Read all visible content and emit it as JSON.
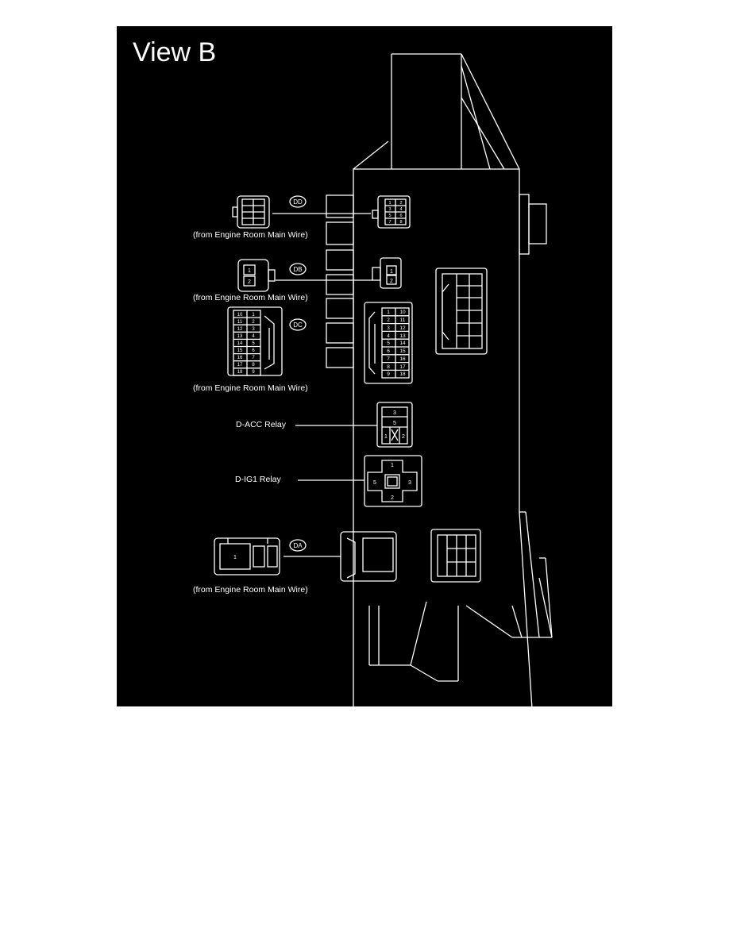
{
  "diagram": {
    "title": "View B",
    "colors": {
      "background": "#000000",
      "line": "#ffffff",
      "page": "#ffffff"
    },
    "connectors": {
      "dd": {
        "code": "DD",
        "source": "(from Engine Room Main Wire)"
      },
      "db": {
        "code": "DB",
        "source": "(from Engine Room Main Wire)",
        "pins": [
          "1",
          "2"
        ]
      },
      "dc": {
        "code": "DC",
        "source": "(from Engine Room Main Wire)",
        "pins_left": [
          "10",
          "11",
          "12",
          "13",
          "14",
          "15",
          "16",
          "17",
          "18"
        ],
        "pins_right": [
          "1",
          "2",
          "3",
          "4",
          "5",
          "6",
          "7",
          "8",
          "9"
        ]
      },
      "da": {
        "code": "DA",
        "source": "(from Engine Room Main Wire)",
        "pin": "1"
      }
    },
    "jb_pins": {
      "dd": [
        "1",
        "2",
        "3",
        "4",
        "5",
        "6",
        "7",
        "8"
      ],
      "db": [
        "1",
        "2"
      ],
      "dc_left": [
        "1",
        "2",
        "3",
        "4",
        "5",
        "6",
        "7",
        "8",
        "9"
      ],
      "dc_right": [
        "10",
        "11",
        "12",
        "13",
        "14",
        "15",
        "16",
        "17",
        "18"
      ]
    },
    "relays": {
      "acc": {
        "label": "D-ACC Relay",
        "pins": [
          "3",
          "5",
          "1",
          "2"
        ]
      },
      "ig1": {
        "label": "D-IG1 Relay",
        "pins": [
          "1",
          "5",
          "3",
          "2"
        ]
      }
    }
  }
}
